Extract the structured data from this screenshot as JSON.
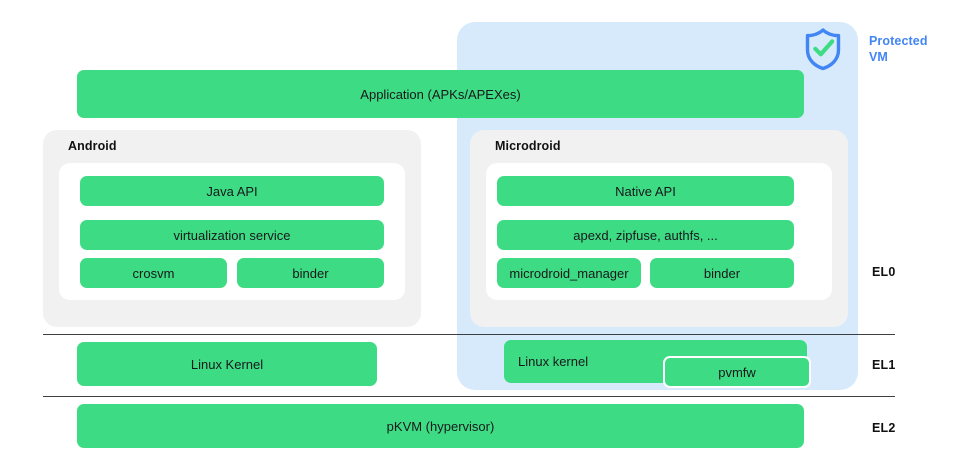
{
  "diagram": {
    "title_region": {
      "protected_vm_label": "Protected\nVM",
      "protected_vm_label_line1": "Protected",
      "protected_vm_label_line2": "VM",
      "shield_icon": "shield-check-icon",
      "accent_blue": "#4285f4",
      "panel_blue": "#d7eafb"
    },
    "colors": {
      "green": "#3ddc84",
      "card_gray": "#f1f1f1",
      "card_white": "#ffffff",
      "line_dark": "#3c4043",
      "text_dark": "#18181b"
    },
    "application_bar": {
      "label": "Application (APKs/APEXes)"
    },
    "os_columns": [
      {
        "title": "Android",
        "rows": [
          {
            "blocks": [
              {
                "label": "Java API"
              }
            ]
          },
          {
            "blocks": [
              {
                "label": "virtualization service"
              }
            ]
          },
          {
            "blocks": [
              {
                "label": "crosvm"
              },
              {
                "label": "binder"
              }
            ]
          }
        ]
      },
      {
        "title": "Microdroid",
        "rows": [
          {
            "blocks": [
              {
                "label": "Native API"
              }
            ]
          },
          {
            "blocks": [
              {
                "label": "apexd, zipfuse, authfs, ..."
              }
            ]
          },
          {
            "blocks": [
              {
                "label": "microdroid_manager"
              },
              {
                "label": "binder"
              }
            ]
          }
        ]
      }
    ],
    "el1_row": {
      "left_block": "Linux Kernel",
      "right_block": "Linux kernel",
      "overlay_block": "pvmfw"
    },
    "el2_row": {
      "block": "pKVM (hypervisor)"
    },
    "exception_levels": [
      {
        "id": "el0",
        "label": "EL0"
      },
      {
        "id": "el1",
        "label": "EL1"
      },
      {
        "id": "el2",
        "label": "EL2"
      }
    ]
  }
}
